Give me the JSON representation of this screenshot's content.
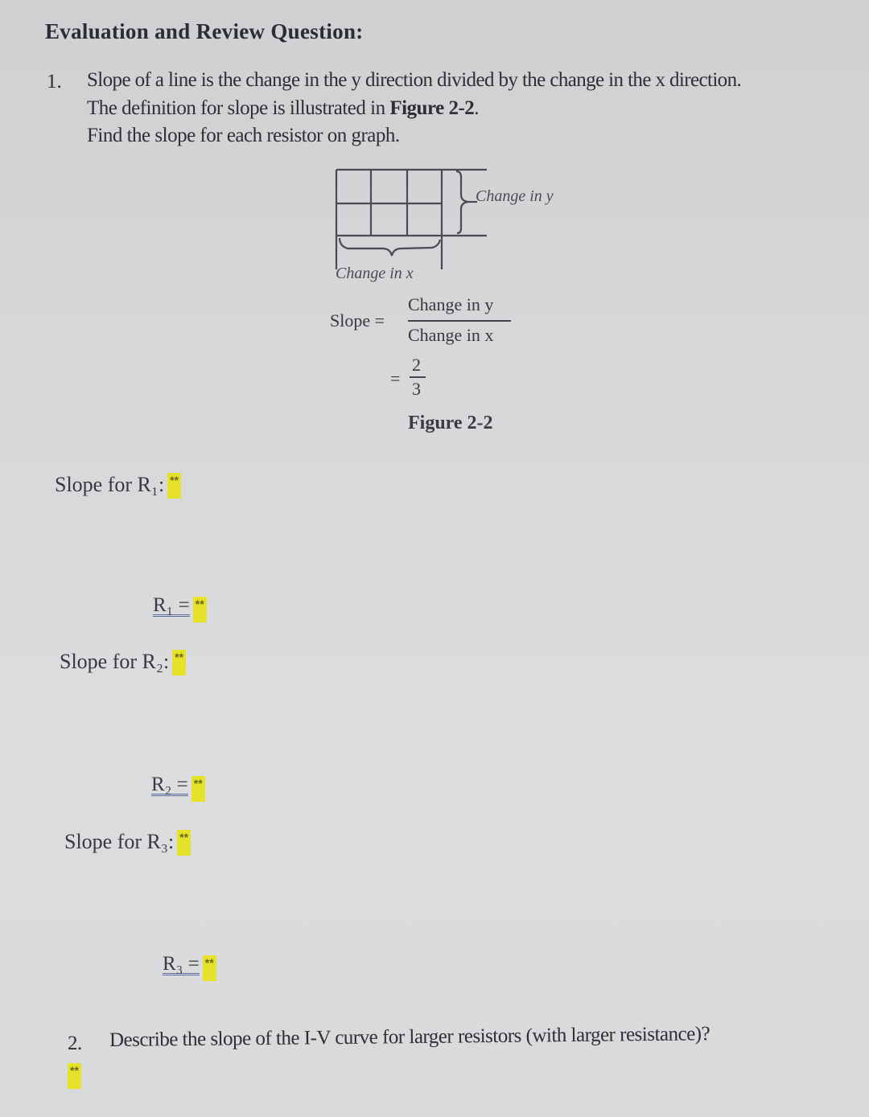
{
  "heading": "Evaluation and Review Question:",
  "question1": {
    "number": "1.",
    "line1": "Slope of a line is the change in the y direction divided by the change in the x direction.",
    "line2_prefix": "The definition for slope is illustrated in ",
    "line2_ref": "Figure 2-2",
    "line2_suffix": ".",
    "line3": "Find the slope for each resistor on graph."
  },
  "figure": {
    "change_in_y_label": "Change in y",
    "change_in_x_label": "Change in x",
    "slope_label": "Slope =",
    "numerator": "Change in y",
    "denominator": "Change in x",
    "equals": "=",
    "value_numerator": "2",
    "value_denominator": "3",
    "caption": "Figure 2-2"
  },
  "answers": [
    {
      "slope_label": "Slope for R₁:",
      "slope_value": "**",
      "r_label": "R₁ =",
      "r_value": "**"
    },
    {
      "slope_label": "Slope for R₂:",
      "slope_value": "**",
      "r_label": "R₂ =",
      "r_value": "**"
    },
    {
      "slope_label": "Slope for R₃:",
      "slope_value": "**",
      "r_label": "R₃ =",
      "r_value": "**"
    }
  ],
  "question2": {
    "number": "2.",
    "text": "Describe the slope of the I-V curve for larger resistors (with larger resistance)?",
    "answer": "**"
  },
  "colors": {
    "highlight": "#e6e22a",
    "text": "#2c2c30",
    "background": "#d6d7d9"
  }
}
